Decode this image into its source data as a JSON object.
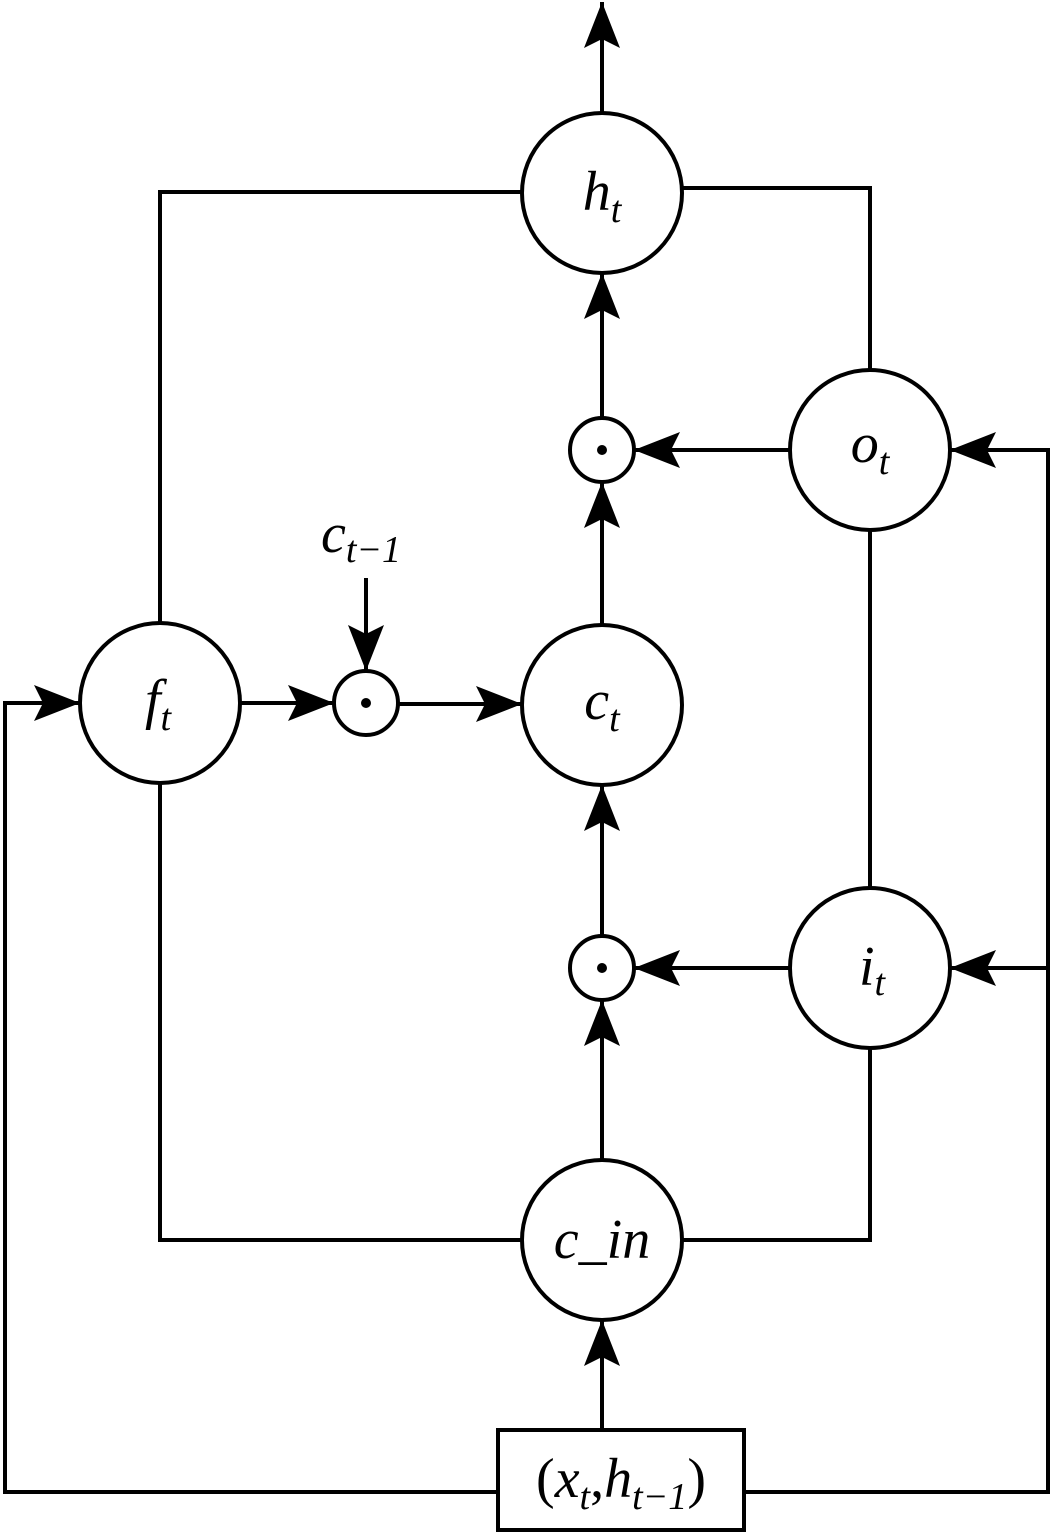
{
  "nodes": {
    "h_t": {
      "label": "h",
      "sub": "t"
    },
    "o_t": {
      "label": "o",
      "sub": "t"
    },
    "c_t": {
      "label": "c",
      "sub": "t"
    },
    "f_t": {
      "label": "f",
      "sub": "t"
    },
    "i_t": {
      "label": "i",
      "sub": "t"
    },
    "c_in": {
      "label": "c_in"
    },
    "c_prev": {
      "label": "c",
      "sub": "t−1"
    }
  },
  "input_box": {
    "open": "(",
    "x": "x",
    "x_sub": "t",
    "comma": ",",
    "h": "h",
    "h_sub": "t−1",
    "close": ")"
  },
  "colors": {
    "stroke": "#000000",
    "fill": "#ffffff"
  }
}
